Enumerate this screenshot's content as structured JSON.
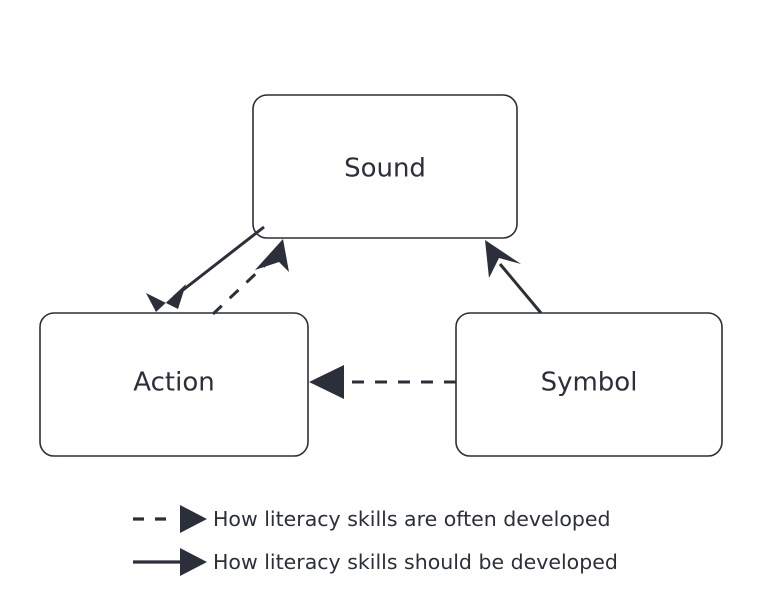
{
  "diagram": {
    "type": "relationship-cycle",
    "background_color": "#ffffff",
    "stroke_color": "#2b2f3a",
    "text_color": "#2b2f3a",
    "fill_color": "#ffffff",
    "nodes": [
      {
        "id": "sound",
        "label": "Sound"
      },
      {
        "id": "action",
        "label": "Action"
      },
      {
        "id": "symbol",
        "label": "Symbol"
      }
    ],
    "edges": [
      {
        "id": "sound-to-action",
        "from": "Sound",
        "to": "Action",
        "style": "solid",
        "meaning": "How literacy skills should be developed"
      },
      {
        "id": "action-to-sound",
        "from": "Action",
        "to": "Sound",
        "style": "dashed",
        "meaning": "How literacy skills are often developed"
      },
      {
        "id": "symbol-to-sound",
        "from": "Symbol",
        "to": "Sound",
        "style": "solid",
        "meaning": "How literacy skills should be developed"
      },
      {
        "id": "symbol-to-action",
        "from": "Symbol",
        "to": "Action",
        "style": "dashed",
        "meaning": "How literacy skills are often developed"
      }
    ]
  },
  "legend": {
    "items": [
      {
        "style": "dashed",
        "label": "How literacy skills are often developed"
      },
      {
        "style": "solid",
        "label": "How literacy skills should be developed"
      }
    ]
  }
}
